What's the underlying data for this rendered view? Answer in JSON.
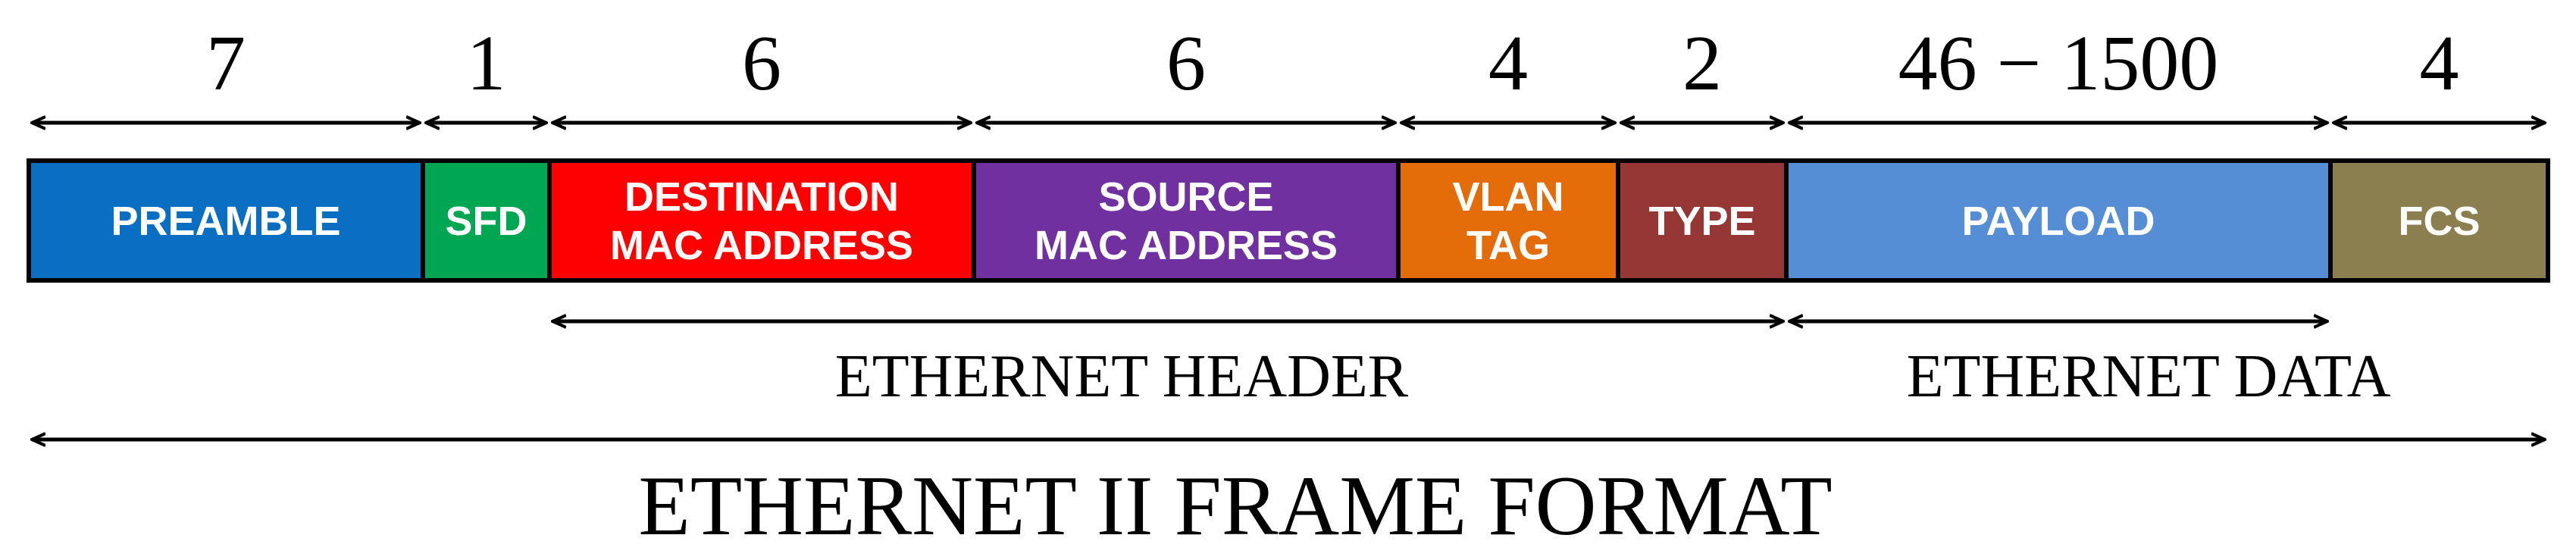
{
  "diagram": {
    "title": "ETHERNET II FRAME FORMAT",
    "fields": [
      {
        "name": "PREAMBLE",
        "lines": [
          "PREAMBLE"
        ],
        "size": "7",
        "color": "#0a6fc2"
      },
      {
        "name": "SFD",
        "lines": [
          "SFD"
        ],
        "size": "1",
        "color": "#00a651"
      },
      {
        "name": "DESTINATION MAC ADDRESS",
        "lines": [
          "DESTINATION",
          "MAC ADDRESS"
        ],
        "size": "6",
        "color": "#ff0000"
      },
      {
        "name": "SOURCE MAC ADDRESS",
        "lines": [
          "SOURCE",
          "MAC ADDRESS"
        ],
        "size": "6",
        "color": "#7030a0"
      },
      {
        "name": "VLAN TAG",
        "lines": [
          "VLAN",
          "TAG"
        ],
        "size": "4",
        "color": "#e36c09"
      },
      {
        "name": "TYPE",
        "lines": [
          "TYPE"
        ],
        "size": "2",
        "color": "#953735"
      },
      {
        "name": "PAYLOAD",
        "lines": [
          "PAYLOAD"
        ],
        "size": "46 − 1500",
        "color": "#558ed5"
      },
      {
        "name": "FCS",
        "lines": [
          "FCS"
        ],
        "size": "4",
        "color": "#8c7f4f"
      }
    ],
    "spans": [
      {
        "label": "ETHERNET HEADER",
        "from_field": 2,
        "to_field": 5
      },
      {
        "label": "ETHERNET DATA",
        "from_field": 6,
        "to_field": 6
      }
    ]
  }
}
